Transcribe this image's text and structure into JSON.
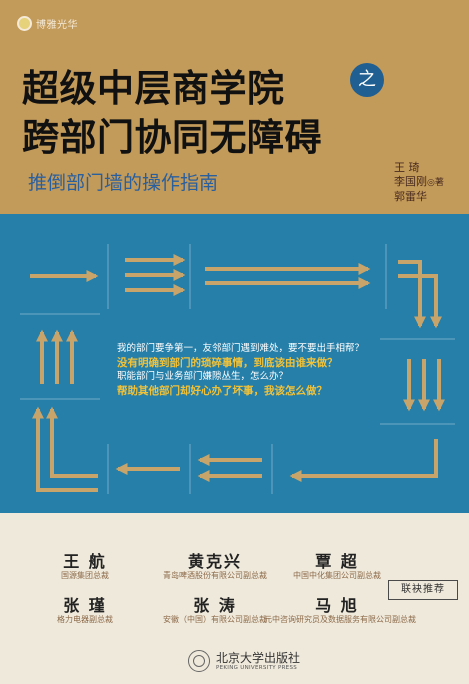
{
  "brand": {
    "text": "博雅光华"
  },
  "title": {
    "line1": "超级中层商学院",
    "zhi": "之",
    "line2": "跨部门协同无障碍"
  },
  "subtitle": "推倒部门墙的操作指南",
  "authors": {
    "line1": "王  琦",
    "line2": "李国刚",
    "line3": "郭雷华",
    "suffix": "◎著"
  },
  "questions": [
    "我的部门要争第一，友邻部门遇到难处，要不要出手相帮？",
    "没有明确到部门的琐碎事情，到底该由谁来做？",
    "职能部门与业务部门嫌隙丛生，怎么办？",
    "帮助其他部门却好心办了坏事，我该怎么做？"
  ],
  "recommenders": [
    {
      "name": "王  航",
      "title": "国源集团总裁"
    },
    {
      "name": "黄克兴",
      "title": "青岛啤酒股份有限公司副总裁"
    },
    {
      "name": "覃  超",
      "title": "中国中化集团公司副总裁"
    },
    {
      "name": "张  瑾",
      "title": "格力电器副总裁"
    },
    {
      "name": "张  涛",
      "title": "安徽（中国）有限公司副总裁"
    },
    {
      "name": "马  旭",
      "title": "元中咨询研究员及数据服务有限公司副总裁"
    }
  ],
  "recommend_badge": "联袂推荐",
  "publisher": {
    "name": "北京大学出版社",
    "english": "PEKING UNIVERSITY PRESS"
  },
  "colors": {
    "band": "#c29a5a",
    "blue": "#267fa9",
    "arrow": "#c9a46a",
    "title": "#111111",
    "subtitle": "#2a5f9e",
    "question_highlight": "#f0c23a"
  }
}
